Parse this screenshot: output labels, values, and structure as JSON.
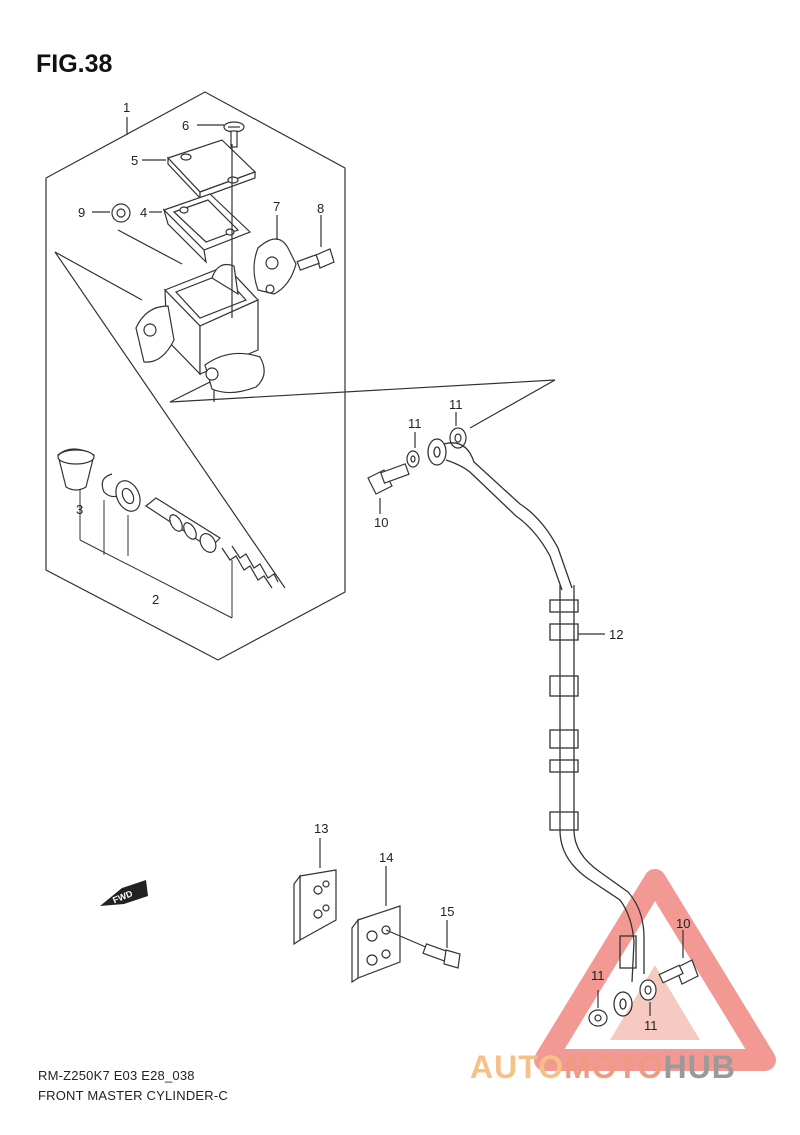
{
  "figure": {
    "title": "FIG.38",
    "footer_code": "RM-Z250K7 E03 E28_038",
    "footer_name": "FRONT MASTER CYLINDER-C"
  },
  "callouts": {
    "c1": "1",
    "c2": "2",
    "c3": "3",
    "c4": "4",
    "c5": "5",
    "c6": "6",
    "c7": "7",
    "c8": "8",
    "c9": "9",
    "c10a": "10",
    "c10b": "10",
    "c11a": "11",
    "c11b": "11",
    "c11c": "11",
    "c11d": "11",
    "c12": "12",
    "c13": "13",
    "c14": "14",
    "c15": "15"
  },
  "fwd_label": "FWD",
  "watermark": {
    "part1": "AUTO",
    "part2": "MOTO",
    "part3": "HUB"
  },
  "colors": {
    "line": "#333333",
    "watermark_red": "#e8463c",
    "watermark_orange": "#f6c089"
  }
}
